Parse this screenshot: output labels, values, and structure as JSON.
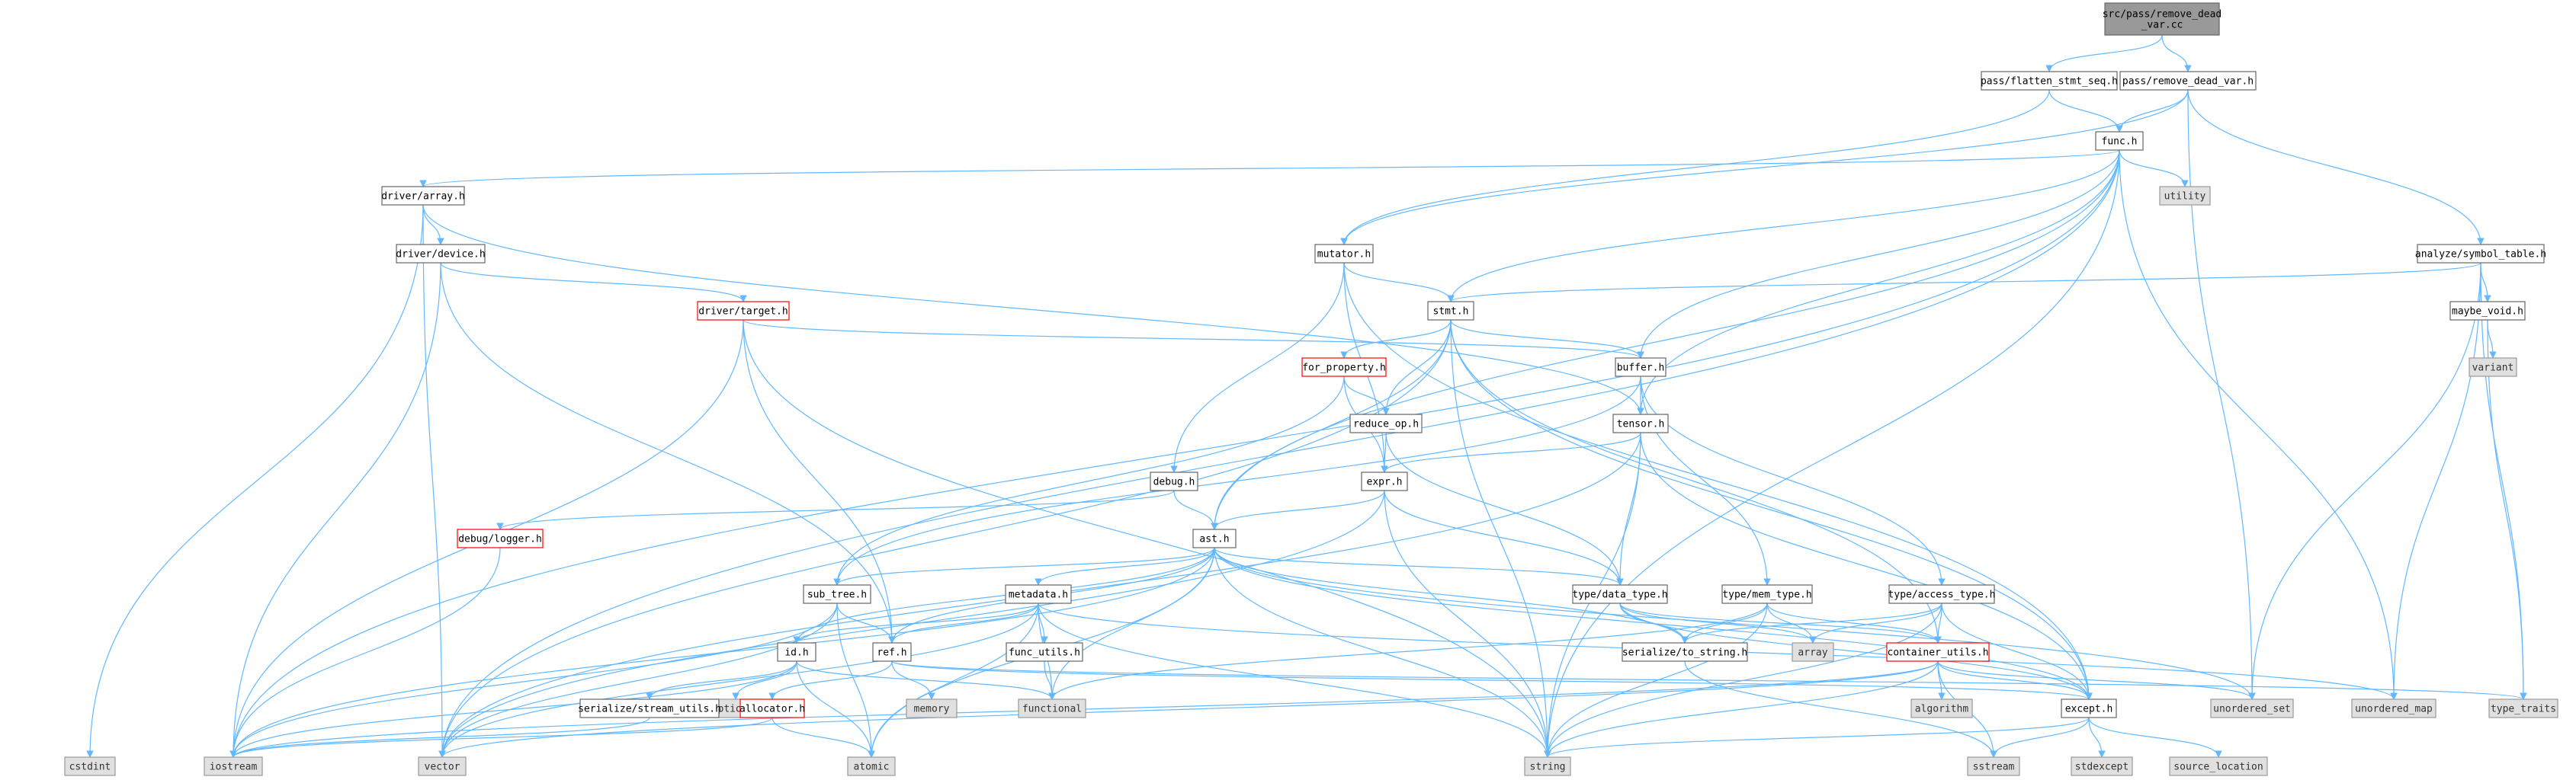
{
  "colors": {
    "edge": "#63b8ff",
    "root_fill": "#999999",
    "node_fill": "#ffffff",
    "node_border": "#666666",
    "truncated_border": "#ff0000",
    "system_fill": "#e0e0e0",
    "system_border": "#999999"
  },
  "nodes": [
    {
      "id": "root",
      "label": "src/pass/remove_dead\n_var.cc",
      "kind": "root"
    },
    {
      "id": "flatten",
      "label": "pass/flatten_stmt_seq.h",
      "kind": "file"
    },
    {
      "id": "remove_dead",
      "label": "pass/remove_dead_var.h",
      "kind": "file"
    },
    {
      "id": "func",
      "label": "func.h",
      "kind": "file"
    },
    {
      "id": "utility",
      "label": "utility",
      "kind": "system"
    },
    {
      "id": "driver_array",
      "label": "driver/array.h",
      "kind": "file"
    },
    {
      "id": "driver_device",
      "label": "driver/device.h",
      "kind": "file"
    },
    {
      "id": "driver_target",
      "label": "driver/target.h",
      "kind": "truncated"
    },
    {
      "id": "mutator",
      "label": "mutator.h",
      "kind": "file"
    },
    {
      "id": "stmt",
      "label": "stmt.h",
      "kind": "file"
    },
    {
      "id": "for_property",
      "label": "for_property.h",
      "kind": "truncated"
    },
    {
      "id": "buffer",
      "label": "buffer.h",
      "kind": "file"
    },
    {
      "id": "reduce_op",
      "label": "reduce_op.h",
      "kind": "file"
    },
    {
      "id": "tensor",
      "label": "tensor.h",
      "kind": "file"
    },
    {
      "id": "expr",
      "label": "expr.h",
      "kind": "file"
    },
    {
      "id": "debug",
      "label": "debug.h",
      "kind": "file"
    },
    {
      "id": "debug_logger",
      "label": "debug/logger.h",
      "kind": "truncated"
    },
    {
      "id": "ast",
      "label": "ast.h",
      "kind": "file"
    },
    {
      "id": "sub_tree",
      "label": "sub_tree.h",
      "kind": "file"
    },
    {
      "id": "metadata",
      "label": "metadata.h",
      "kind": "file"
    },
    {
      "id": "type_data",
      "label": "type/data_type.h",
      "kind": "file"
    },
    {
      "id": "type_mem",
      "label": "type/mem_type.h",
      "kind": "file"
    },
    {
      "id": "type_access",
      "label": "type/access_type.h",
      "kind": "file"
    },
    {
      "id": "analyze_symbol",
      "label": "analyze/symbol_table.h",
      "kind": "file"
    },
    {
      "id": "maybe_void",
      "label": "maybe_void.h",
      "kind": "file"
    },
    {
      "id": "variant",
      "label": "variant",
      "kind": "system"
    },
    {
      "id": "id",
      "label": "id.h",
      "kind": "file"
    },
    {
      "id": "ref",
      "label": "ref.h",
      "kind": "file"
    },
    {
      "id": "func_utils",
      "label": "func_utils.h",
      "kind": "file"
    },
    {
      "id": "serialize_to_string",
      "label": "serialize/to_string.h",
      "kind": "file"
    },
    {
      "id": "array",
      "label": "array",
      "kind": "system"
    },
    {
      "id": "container_utils",
      "label": "container_utils.h",
      "kind": "truncated"
    },
    {
      "id": "memory",
      "label": "memory",
      "kind": "system"
    },
    {
      "id": "optional",
      "label": "optional",
      "kind": "system"
    },
    {
      "id": "serialize_stream",
      "label": "serialize/stream_utils.h",
      "kind": "file"
    },
    {
      "id": "allocator",
      "label": "allocator.h",
      "kind": "truncated"
    },
    {
      "id": "functional",
      "label": "functional",
      "kind": "system"
    },
    {
      "id": "algorithm",
      "label": "algorithm",
      "kind": "system"
    },
    {
      "id": "except",
      "label": "except.h",
      "kind": "file"
    },
    {
      "id": "unordered_set",
      "label": "unordered_set",
      "kind": "system"
    },
    {
      "id": "unordered_map",
      "label": "unordered_map",
      "kind": "system"
    },
    {
      "id": "type_traits",
      "label": "type_traits",
      "kind": "system"
    },
    {
      "id": "cstdint",
      "label": "cstdint",
      "kind": "system"
    },
    {
      "id": "iostream",
      "label": "iostream",
      "kind": "system"
    },
    {
      "id": "vector",
      "label": "vector",
      "kind": "system"
    },
    {
      "id": "atomic",
      "label": "atomic",
      "kind": "system"
    },
    {
      "id": "string",
      "label": "string",
      "kind": "system"
    },
    {
      "id": "sstream",
      "label": "sstream",
      "kind": "system"
    },
    {
      "id": "stdexcept",
      "label": "stdexcept",
      "kind": "system"
    },
    {
      "id": "source_location",
      "label": "source_location",
      "kind": "system"
    }
  ],
  "edges": [
    [
      "root",
      "flatten"
    ],
    [
      "root",
      "remove_dead"
    ],
    [
      "flatten",
      "func"
    ],
    [
      "flatten",
      "mutator"
    ],
    [
      "remove_dead",
      "analyze_symbol"
    ],
    [
      "remove_dead",
      "func"
    ],
    [
      "remove_dead",
      "mutator"
    ],
    [
      "remove_dead",
      "unordered_set"
    ],
    [
      "func",
      "utility"
    ],
    [
      "func",
      "driver_array"
    ],
    [
      "func",
      "ast"
    ],
    [
      "func",
      "buffer"
    ],
    [
      "func",
      "stmt"
    ],
    [
      "func",
      "tensor"
    ],
    [
      "func",
      "iostream"
    ],
    [
      "func",
      "vector"
    ],
    [
      "func",
      "unordered_map"
    ],
    [
      "func",
      "string"
    ],
    [
      "driver_array",
      "driver_device"
    ],
    [
      "driver_array",
      "cstdint"
    ],
    [
      "driver_array",
      "vector"
    ],
    [
      "driver_array",
      "tensor"
    ],
    [
      "driver_device",
      "driver_target"
    ],
    [
      "driver_device",
      "ref"
    ],
    [
      "driver_device",
      "iostream"
    ],
    [
      "driver_target",
      "buffer"
    ],
    [
      "driver_target",
      "ref"
    ],
    [
      "driver_target",
      "iostream"
    ],
    [
      "driver_target",
      "string"
    ],
    [
      "mutator",
      "stmt"
    ],
    [
      "mutator",
      "debug"
    ],
    [
      "mutator",
      "expr"
    ],
    [
      "mutator",
      "except"
    ],
    [
      "stmt",
      "for_property"
    ],
    [
      "stmt",
      "buffer"
    ],
    [
      "stmt",
      "reduce_op"
    ],
    [
      "stmt",
      "ast"
    ],
    [
      "stmt",
      "string"
    ],
    [
      "stmt",
      "vector"
    ],
    [
      "stmt",
      "except"
    ],
    [
      "stmt",
      "container_utils"
    ],
    [
      "for_property",
      "reduce_op"
    ],
    [
      "for_property",
      "sub_tree"
    ],
    [
      "for_property",
      "expr"
    ],
    [
      "buffer",
      "tensor"
    ],
    [
      "buffer",
      "type_access"
    ],
    [
      "buffer",
      "type_mem"
    ],
    [
      "buffer",
      "sub_tree"
    ],
    [
      "reduce_op",
      "expr"
    ],
    [
      "reduce_op",
      "type_data"
    ],
    [
      "tensor",
      "expr"
    ],
    [
      "tensor",
      "type_data"
    ],
    [
      "tensor",
      "string"
    ],
    [
      "tensor",
      "except"
    ],
    [
      "tensor",
      "vector"
    ],
    [
      "expr",
      "ast"
    ],
    [
      "expr",
      "type_data"
    ],
    [
      "expr",
      "string"
    ],
    [
      "expr",
      "vector"
    ],
    [
      "debug",
      "ast"
    ],
    [
      "debug",
      "debug_logger"
    ],
    [
      "debug_logger",
      "iostream"
    ],
    [
      "ast",
      "sub_tree"
    ],
    [
      "ast",
      "metadata"
    ],
    [
      "ast",
      "type_data"
    ],
    [
      "ast",
      "id"
    ],
    [
      "ast",
      "ref"
    ],
    [
      "ast",
      "serialize_to_string"
    ],
    [
      "ast",
      "functional"
    ],
    [
      "ast",
      "atomic"
    ],
    [
      "ast",
      "string"
    ],
    [
      "ast",
      "iostream"
    ],
    [
      "ast",
      "except"
    ],
    [
      "ast",
      "unordered_set"
    ],
    [
      "sub_tree",
      "ref"
    ],
    [
      "sub_tree",
      "atomic"
    ],
    [
      "sub_tree",
      "vector"
    ],
    [
      "sub_tree",
      "iostream"
    ],
    [
      "metadata",
      "id"
    ],
    [
      "metadata",
      "ref"
    ],
    [
      "metadata",
      "func_utils"
    ],
    [
      "metadata",
      "functional"
    ],
    [
      "metadata",
      "vector"
    ],
    [
      "metadata",
      "string"
    ],
    [
      "metadata",
      "atomic"
    ],
    [
      "metadata",
      "unordered_map"
    ],
    [
      "type_data",
      "serialize_to_string"
    ],
    [
      "type_data",
      "array"
    ],
    [
      "type_data",
      "container_utils"
    ],
    [
      "type_data",
      "except"
    ],
    [
      "type_mem",
      "serialize_to_string"
    ],
    [
      "type_mem",
      "array"
    ],
    [
      "type_mem",
      "container_utils"
    ],
    [
      "type_mem",
      "string"
    ],
    [
      "type_mem",
      "functional"
    ],
    [
      "type_access",
      "serialize_to_string"
    ],
    [
      "type_access",
      "array"
    ],
    [
      "type_access",
      "container_utils"
    ],
    [
      "type_access",
      "except"
    ],
    [
      "type_access",
      "string"
    ],
    [
      "analyze_symbol",
      "maybe_void"
    ],
    [
      "analyze_symbol",
      "stmt"
    ],
    [
      "analyze_symbol",
      "unordered_set"
    ],
    [
      "analyze_symbol",
      "unordered_map"
    ],
    [
      "analyze_symbol",
      "type_traits"
    ],
    [
      "maybe_void",
      "variant"
    ],
    [
      "maybe_void",
      "type_traits"
    ],
    [
      "id",
      "serialize_stream"
    ],
    [
      "id",
      "optional"
    ],
    [
      "id",
      "atomic"
    ],
    [
      "id",
      "iostream"
    ],
    [
      "id",
      "functional"
    ],
    [
      "ref",
      "allocator"
    ],
    [
      "ref",
      "memory"
    ],
    [
      "ref",
      "except"
    ],
    [
      "ref",
      "type_traits"
    ],
    [
      "func_utils",
      "functional"
    ],
    [
      "serialize_to_string",
      "sstream"
    ],
    [
      "container_utils",
      "algorithm"
    ],
    [
      "container_utils",
      "except"
    ],
    [
      "container_utils",
      "sstream"
    ],
    [
      "container_utils",
      "vector"
    ],
    [
      "container_utils",
      "string"
    ],
    [
      "container_utils",
      "iostream"
    ],
    [
      "container_utils",
      "unordered_set"
    ],
    [
      "serialize_stream",
      "iostream"
    ],
    [
      "allocator",
      "atomic"
    ],
    [
      "allocator",
      "iostream"
    ],
    [
      "except",
      "stdexcept"
    ],
    [
      "except",
      "source_location"
    ],
    [
      "except",
      "sstream"
    ],
    [
      "except",
      "string"
    ]
  ]
}
